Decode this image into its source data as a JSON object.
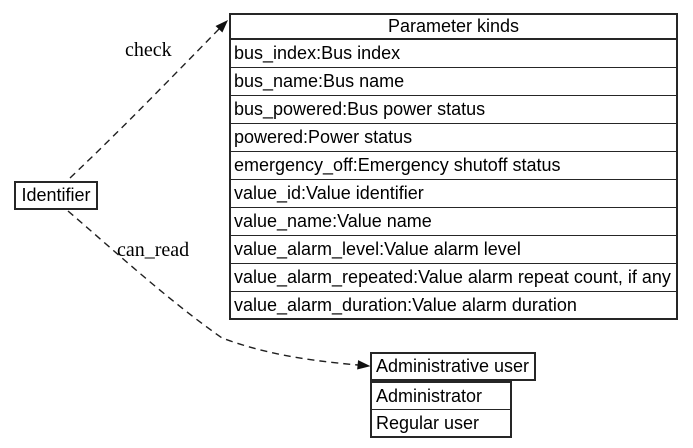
{
  "diagram": {
    "background_color": "#ffffff",
    "line_color": "#1f1f1f",
    "text_color": "#000000",
    "nodes": {
      "identifier": {
        "label": "Identifier"
      },
      "parameter_table": {
        "title": "Parameter kinds",
        "rows": [
          "bus_index:Bus index",
          "bus_name:Bus name",
          "bus_powered:Bus power status",
          "powered:Power status",
          "emergency_off:Emergency shutoff status",
          "value_id:Value identifier",
          "value_name:Value name",
          "value_alarm_level:Value alarm level",
          "value_alarm_repeated:Value alarm repeat count, if any",
          "value_alarm_duration:Value alarm duration"
        ]
      },
      "user_table": {
        "title": "Administrative user",
        "rows": [
          "Administrator",
          "Regular user"
        ]
      }
    },
    "edges": [
      {
        "label": "check",
        "from": "Identifier",
        "to": "Parameter kinds",
        "style": "dashed-arrow"
      },
      {
        "label": "can_read",
        "from": "Identifier",
        "to": "Administrative user",
        "style": "dashed-arrow"
      }
    ]
  }
}
